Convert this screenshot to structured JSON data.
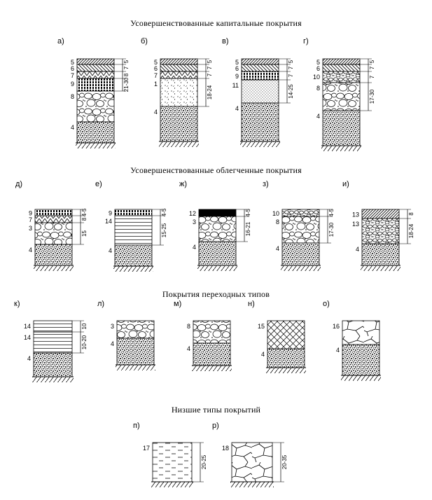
{
  "sections": [
    {
      "title": "Усовершенствованные капитальные покрытия",
      "columns": [
        {
          "letter": "а)",
          "layers": [
            {
              "label": "5",
              "fill": "hatch-r"
            },
            {
              "label": "6",
              "fill": "hatch-l"
            },
            {
              "label": "7",
              "fill": "herring"
            },
            {
              "label": "9",
              "fill": "brick"
            },
            {
              "label": "8",
              "fill": "stones"
            },
            {
              "label": "4",
              "fill": "gravel"
            }
          ],
          "dims": [
            "5",
            "7",
            "8",
            "21-30"
          ]
        },
        {
          "letter": "б)",
          "layers": [
            {
              "label": "5",
              "fill": "hatch-r"
            },
            {
              "label": "6",
              "fill": "hatch-l"
            },
            {
              "label": "7",
              "fill": "herring"
            },
            {
              "label": "1",
              "fill": "dots"
            },
            {
              "label": "4",
              "fill": "gravel"
            }
          ],
          "dims": [
            "5",
            "7",
            "7",
            "18-24"
          ]
        },
        {
          "letter": "в)",
          "layers": [
            {
              "label": "5",
              "fill": "hatch-r"
            },
            {
              "label": "6",
              "fill": "hatch-l"
            },
            {
              "label": "9",
              "fill": "brick"
            },
            {
              "label": "11",
              "fill": "cross"
            },
            {
              "label": "4",
              "fill": "gravel"
            }
          ],
          "dims": [
            "5",
            "7",
            "7",
            "14-25"
          ]
        },
        {
          "letter": "г)",
          "layers": [
            {
              "label": "5",
              "fill": "hatch-r"
            },
            {
              "label": "6",
              "fill": "hatch-l"
            },
            {
              "label": "10",
              "fill": "smallstones"
            },
            {
              "label": "8",
              "fill": "stones"
            },
            {
              "label": "4",
              "fill": "gravel"
            }
          ],
          "dims": [
            "5",
            "7",
            "7",
            "17-30"
          ]
        }
      ]
    },
    {
      "title": "Усовершенствованные облегченные покрытия",
      "columns": [
        {
          "letter": "д)",
          "layers": [
            {
              "label": "9",
              "fill": "brick"
            },
            {
              "label": "7",
              "fill": "herring"
            },
            {
              "label": "3",
              "fill": "stones"
            },
            {
              "label": "4",
              "fill": "gravel"
            }
          ],
          "dims": [
            "4-5",
            "8",
            "15"
          ]
        },
        {
          "letter": "е)",
          "layers": [
            {
              "label": "9",
              "fill": "brick"
            },
            {
              "label": "14",
              "fill": "hlines"
            },
            {
              "label": "4",
              "fill": "gravel"
            }
          ],
          "dims": [
            "4-5",
            "15-25"
          ]
        },
        {
          "letter": "ж)",
          "layers": [
            {
              "label": "12",
              "fill": "solid"
            },
            {
              "label": "3",
              "fill": "stones"
            },
            {
              "label": "4",
              "fill": "gravel"
            }
          ],
          "dims": [
            "4-5",
            "16-21"
          ]
        },
        {
          "letter": "з)",
          "layers": [
            {
              "label": "10",
              "fill": "smallstones"
            },
            {
              "label": "8",
              "fill": "stones"
            },
            {
              "label": "4",
              "fill": "gravel"
            }
          ],
          "dims": [
            "4-5",
            "17-30"
          ]
        },
        {
          "letter": "и)",
          "layers": [
            {
              "label": "13",
              "fill": "hatch-r"
            },
            {
              "label": "13",
              "fill": "smallstones"
            },
            {
              "label": "4",
              "fill": "gravel"
            }
          ],
          "dims": [
            "8",
            "18-24"
          ]
        }
      ]
    },
    {
      "title": "Покрытия переходных типов",
      "columns": [
        {
          "letter": "к)",
          "layers": [
            {
              "label": "14",
              "fill": "hlines"
            },
            {
              "label": "14",
              "fill": "hlines"
            },
            {
              "label": "4",
              "fill": "gravel"
            }
          ],
          "dims": [
            "10",
            "10-20"
          ]
        },
        {
          "letter": "л)",
          "layers": [
            {
              "label": "3",
              "fill": "stones"
            },
            {
              "label": "4",
              "fill": "gravel"
            }
          ],
          "dims": []
        },
        {
          "letter": "м)",
          "layers": [
            {
              "label": "8",
              "fill": "stones"
            },
            {
              "label": "4",
              "fill": "gravel"
            }
          ],
          "dims": []
        },
        {
          "letter": "н)",
          "layers": [
            {
              "label": "15",
              "fill": "hatch-cross"
            },
            {
              "label": "4",
              "fill": "gravel"
            }
          ],
          "dims": []
        },
        {
          "letter": "о)",
          "layers": [
            {
              "label": "16",
              "fill": "cracks"
            },
            {
              "label": "4",
              "fill": "gravel"
            }
          ],
          "dims": []
        }
      ]
    },
    {
      "title": "Низшие типы покрытий",
      "columns": [
        {
          "letter": "п)",
          "layers": [
            {
              "label": "17",
              "fill": "dashes"
            }
          ],
          "dims": [
            "20-25"
          ]
        },
        {
          "letter": "р)",
          "layers": [
            {
              "label": "18",
              "fill": "cracks"
            }
          ],
          "dims": [
            "20-35"
          ]
        }
      ]
    }
  ]
}
